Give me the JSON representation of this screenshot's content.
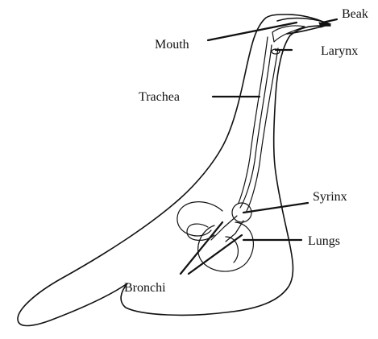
{
  "labels": {
    "beak": "Beak",
    "mouth": "Mouth",
    "larynx": "Larynx",
    "trachea": "Trachea",
    "syrinx": "Syrinx",
    "lungs": "Lungs",
    "bronchi": "Bronchi"
  }
}
